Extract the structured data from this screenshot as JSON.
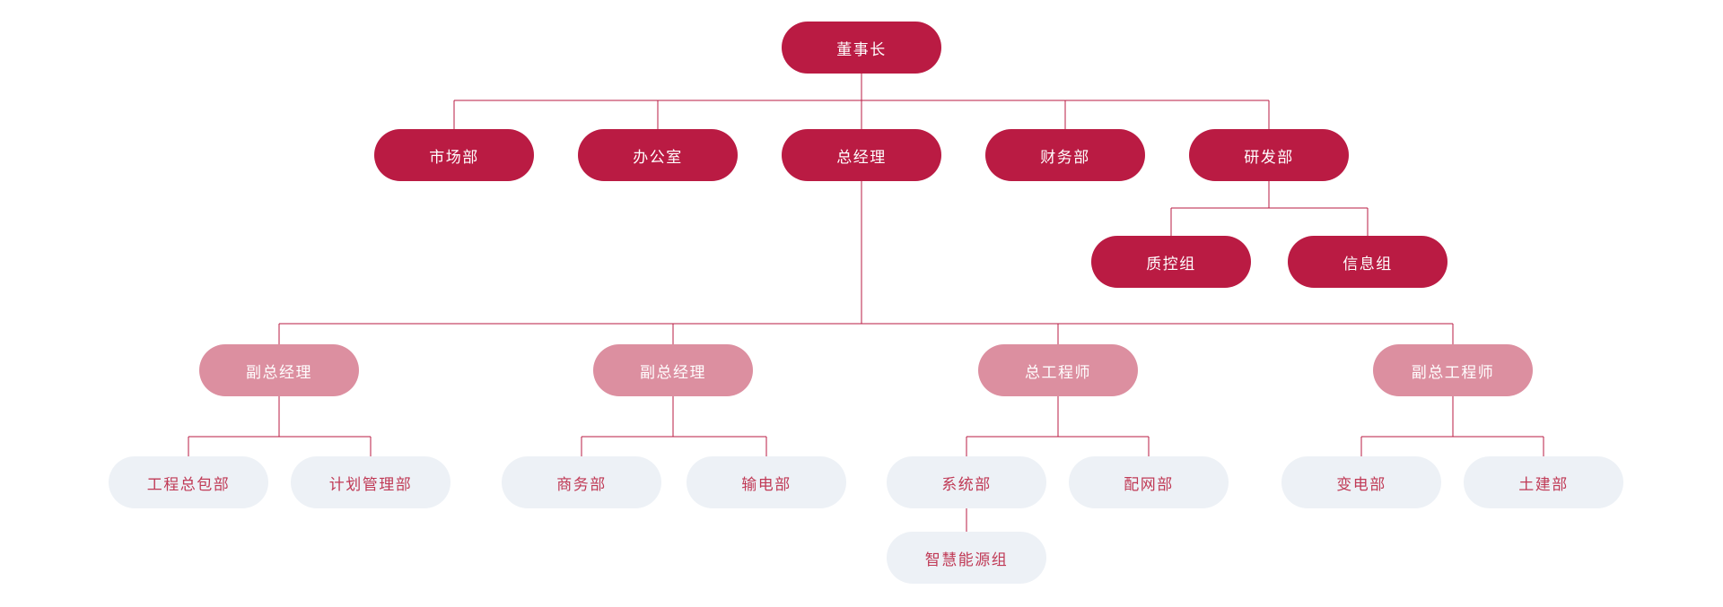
{
  "org_chart": {
    "colors": {
      "primary": "#BA1B43",
      "secondary": "#DC8FA0",
      "tertiary_bg": "#EDF1F6",
      "tertiary_text": "#C03A56",
      "connector": "#BA1B43",
      "background": "#FFFFFF"
    },
    "nodes": [
      {
        "id": "chairman",
        "label": "董事长",
        "style": "dark"
      },
      {
        "id": "marketing-dept",
        "label": "市场部",
        "style": "dark"
      },
      {
        "id": "office",
        "label": "办公室",
        "style": "dark"
      },
      {
        "id": "general-manager",
        "label": "总经理",
        "style": "dark"
      },
      {
        "id": "finance-dept",
        "label": "财务部",
        "style": "dark"
      },
      {
        "id": "rnd-dept",
        "label": "研发部",
        "style": "dark"
      },
      {
        "id": "quality-control-group",
        "label": "质控组",
        "style": "dark"
      },
      {
        "id": "information-group",
        "label": "信息组",
        "style": "dark"
      },
      {
        "id": "deputy-general-manager-1",
        "label": "副总经理",
        "style": "pink"
      },
      {
        "id": "deputy-general-manager-2",
        "label": "副总经理",
        "style": "pink"
      },
      {
        "id": "chief-engineer",
        "label": "总工程师",
        "style": "pink"
      },
      {
        "id": "deputy-chief-engineer",
        "label": "副总工程师",
        "style": "pink"
      },
      {
        "id": "engineering-contracting-dept",
        "label": "工程总包部",
        "style": "light"
      },
      {
        "id": "planning-management-dept",
        "label": "计划管理部",
        "style": "light"
      },
      {
        "id": "commerce-dept",
        "label": "商务部",
        "style": "light"
      },
      {
        "id": "power-transmission-dept",
        "label": "输电部",
        "style": "light"
      },
      {
        "id": "system-dept",
        "label": "系统部",
        "style": "light"
      },
      {
        "id": "distribution-network-dept",
        "label": "配网部",
        "style": "light"
      },
      {
        "id": "substation-dept",
        "label": "变电部",
        "style": "light"
      },
      {
        "id": "civil-engineering-dept",
        "label": "土建部",
        "style": "light"
      },
      {
        "id": "smart-energy-group",
        "label": "智慧能源组",
        "style": "light"
      }
    ],
    "edges": [
      {
        "parent": "chairman",
        "children": [
          "marketing-dept",
          "office",
          "general-manager",
          "finance-dept",
          "rnd-dept"
        ]
      },
      {
        "parent": "rnd-dept",
        "children": [
          "quality-control-group",
          "information-group"
        ]
      },
      {
        "parent": "general-manager",
        "children": [
          "deputy-general-manager-1",
          "deputy-general-manager-2",
          "chief-engineer",
          "deputy-chief-engineer"
        ]
      },
      {
        "parent": "deputy-general-manager-1",
        "children": [
          "engineering-contracting-dept",
          "planning-management-dept"
        ]
      },
      {
        "parent": "deputy-general-manager-2",
        "children": [
          "commerce-dept",
          "power-transmission-dept"
        ]
      },
      {
        "parent": "chief-engineer",
        "children": [
          "system-dept",
          "distribution-network-dept"
        ]
      },
      {
        "parent": "deputy-chief-engineer",
        "children": [
          "substation-dept",
          "civil-engineering-dept"
        ]
      },
      {
        "parent": "system-dept",
        "children": [
          "smart-energy-group"
        ]
      }
    ]
  }
}
